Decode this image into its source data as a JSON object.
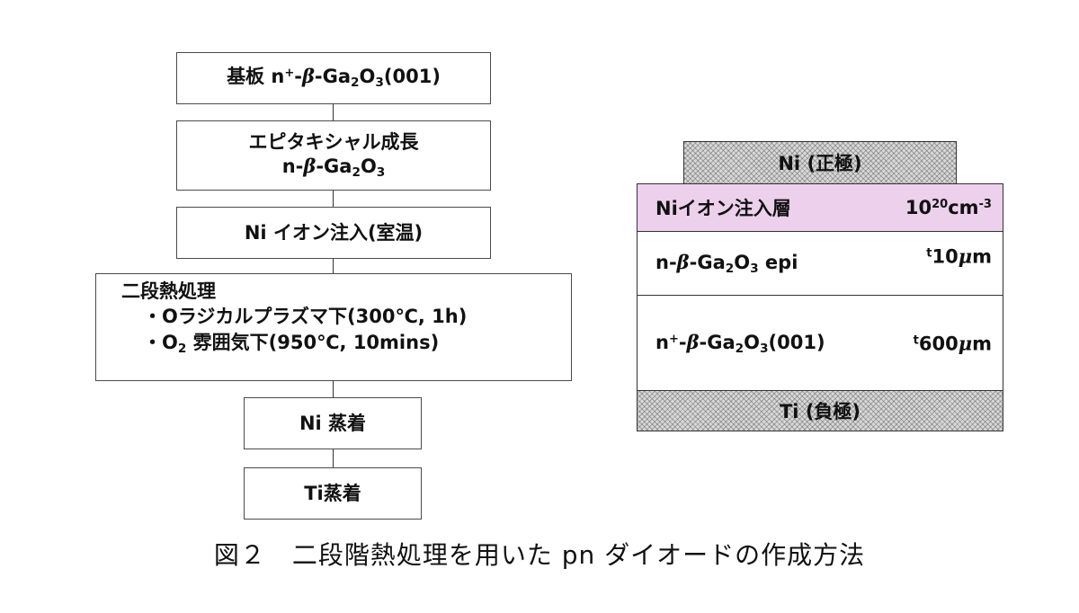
{
  "flowchart": {
    "substrate": {
      "prefix": "基板 n",
      "sup": "+",
      "mid": "-",
      "beta": "β",
      "material": "-Ga",
      "sub1": "2",
      "o": "O",
      "sub2": "3",
      "orient": "(001)"
    },
    "epitaxy": {
      "title": "エピタキシャル成長",
      "prefix": "n-",
      "beta": "β",
      "material": "-Ga",
      "sub1": "2",
      "o": "O",
      "sub2": "3"
    },
    "implant": {
      "label": "Ni イオン注入(室温)"
    },
    "anneal": {
      "title": "二段熱処理",
      "step1": "・Oラジカルプラズマ下(300℃, 1h)",
      "step2_prefix": "・O",
      "step2_sub": "2",
      "step2_rest": " 雰囲気下(950℃, 10mins)"
    },
    "ni_dep": {
      "label": "Ni 蒸着"
    },
    "ti_dep": {
      "label": "Ti蒸着"
    }
  },
  "stack": {
    "anode": {
      "label": "Ni (正極)"
    },
    "implant_layer": {
      "label": "Niイオン注入層",
      "conc_base": "10",
      "conc_exp": "20",
      "conc_unit": "cm",
      "conc_unit_exp": "-3",
      "color": "#ecd0ec"
    },
    "epi": {
      "prefix": "n-",
      "beta": "β",
      "material": "-Ga",
      "sub1": "2",
      "o": "O",
      "sub2": "3",
      "suffix": " epi",
      "thk_t": "t",
      "thickness": "10",
      "mu": "μ",
      "unit": "m"
    },
    "substrate": {
      "prefix": "n",
      "sup": "+",
      "mid": "-",
      "beta": "β",
      "material": "-Ga",
      "sub1": "2",
      "o": "O",
      "sub2": "3",
      "orient": "(001)",
      "thk_t": "t",
      "thickness": "600",
      "mu": "μ",
      "unit": "m"
    },
    "cathode": {
      "label": "Ti (負極)"
    }
  },
  "caption": "図２　二段階熱処理を用いた pn ダイオードの作成方法"
}
